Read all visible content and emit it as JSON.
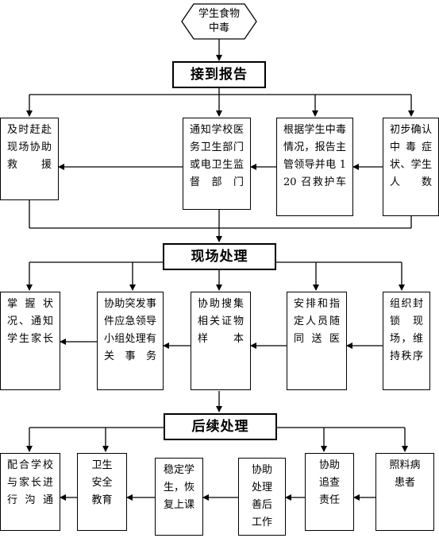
{
  "start": {
    "label": "学生食物中毒"
  },
  "stages": [
    {
      "title": "接到报告",
      "steps": [
        "及时赶赴现场协助救援",
        "通知学校医务卫生部门或电卫生监督部门",
        "根据学生中毒情况，报告主管领导并电 120 召救护车",
        "初步确认中毒症状、学生人数"
      ]
    },
    {
      "title": "现场处理",
      "steps": [
        "掌握状况、通知学生家长",
        "协助突发事件应急领导小组处理有关事务",
        "协助搜集相关证物样本",
        "安排和指定人员随同送医",
        "组织封锁现场，维持秩序"
      ]
    },
    {
      "title": "后续处理",
      "steps": [
        "配合学校与家长进行沟通",
        "卫生安全教育",
        "稳定学生，恢复上课",
        "协助处理善后工作",
        "协助追查责任",
        "照料病患者"
      ]
    }
  ],
  "colors": {
    "line": "#000000",
    "box_fill": "#ffffff",
    "text": "#000000"
  }
}
